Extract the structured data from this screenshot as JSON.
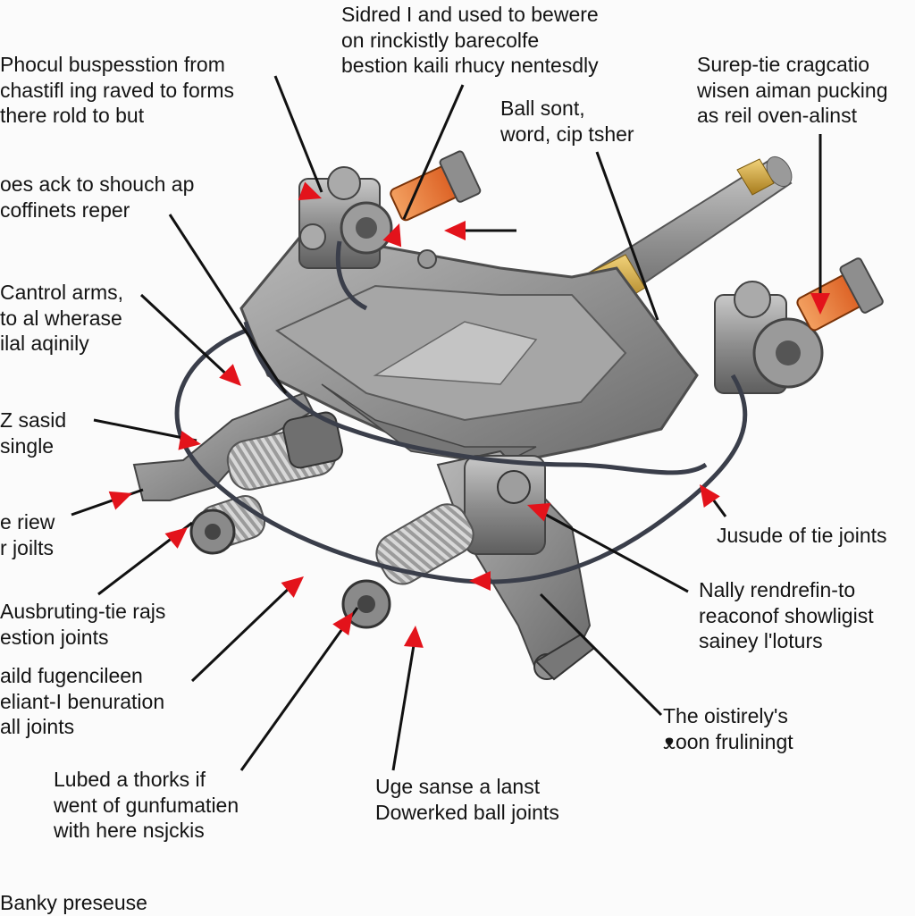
{
  "labels": {
    "top_center": [
      "Sidred I and used to bewere",
      "on rinckistly barecolfe",
      "bestion kaili rhucy nentesdly"
    ],
    "top_left": [
      "Phocul buspesstion from",
      "chastifl ing raved to forms",
      "there rold to but"
    ],
    "top_right": [
      "Surep-tie cragcatio",
      "wisen aiman pucking",
      "as reil oven-alinst"
    ],
    "ball_sont": [
      "Ball sont,",
      "word, cip tsher"
    ],
    "left_2": [
      "oes ack to shouch ap",
      "coffinets reper"
    ],
    "control_arms": [
      "Cantrol arms,",
      "to al wherase",
      "ilal aqinily"
    ],
    "left_4": [
      "Z sasid",
      "single"
    ],
    "left_5": [
      "e riew",
      "r joilts"
    ],
    "left_6": [
      "Ausbruting-tie rajs",
      "estion joints"
    ],
    "left_7": [
      "aild fugencileen",
      "eliant-I benuration",
      "all joints"
    ],
    "bottom_left": [
      "Lubed a thorks if",
      "went of gunfumatien",
      "with here nsjckis"
    ],
    "bottom_center": [
      "Uge sanse a lanst",
      "Dowerked ball joints"
    ],
    "right_1": [
      "Jusude of tie joints"
    ],
    "right_2": [
      "Nally rendrefin-to",
      "reaconof showligist",
      "sainey l'loturs"
    ],
    "right_3": [
      "The oistirely's",
      "ᴥoon fruliningt"
    ],
    "footer": [
      "Banky preseuse"
    ]
  },
  "colors": {
    "arrow_red": "#e3131b",
    "metal": "#8c8c8c",
    "metal_dark": "#5a5a5a",
    "bushing_orange": "#e8762a",
    "brass": "#c9a23a",
    "wire": "#3a3e4a"
  },
  "icons": {
    "pointer_arrow": "red-arrowhead-icon"
  }
}
